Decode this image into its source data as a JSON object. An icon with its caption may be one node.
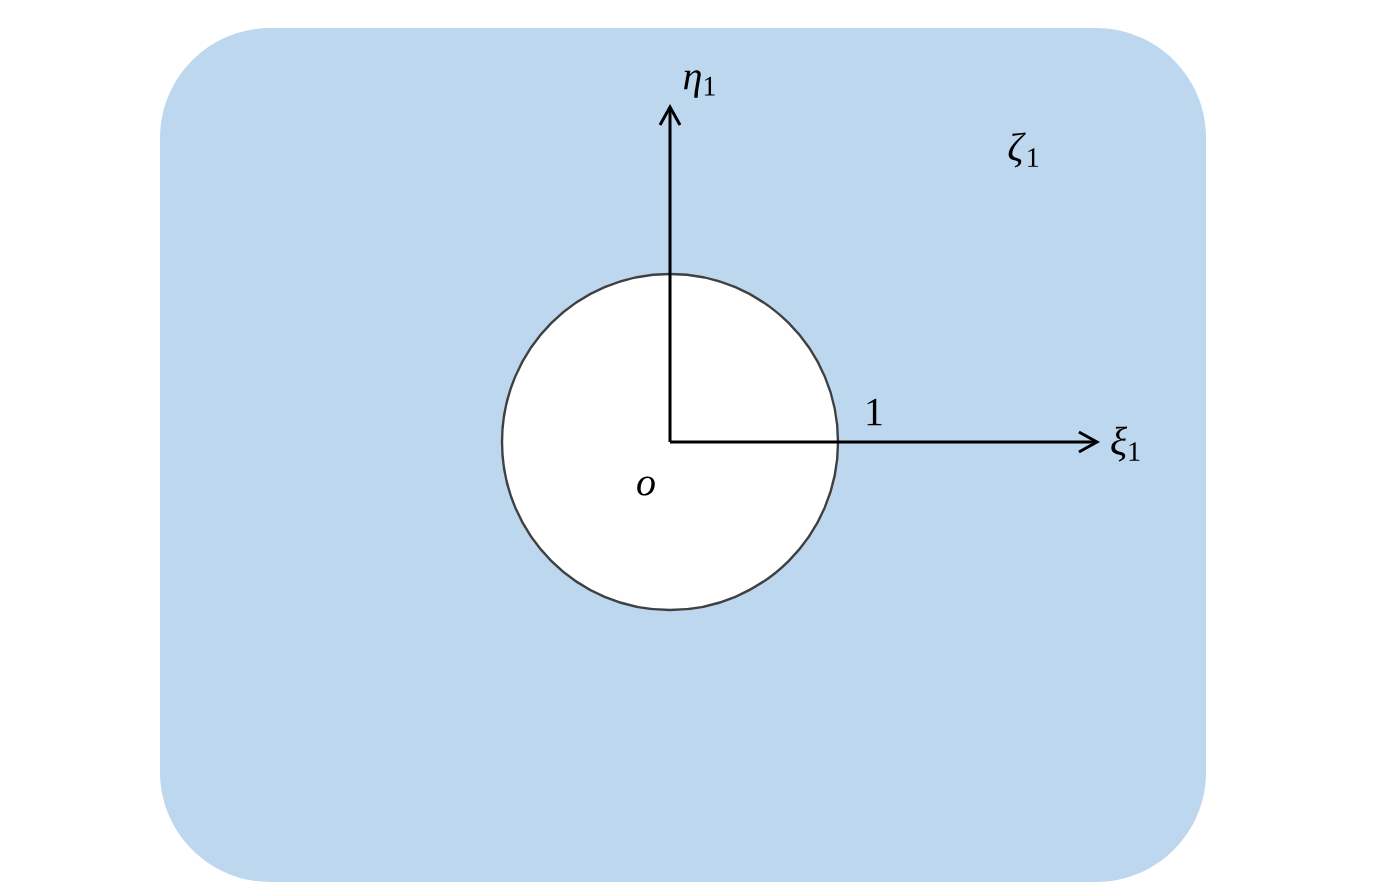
{
  "diagram": {
    "labels": [
      "*η*$_{1}$",
      "*ζ*$_{1}$",
      "1",
      "*ξ*$_{1}$",
      "*o*"
    ]
  }
}
